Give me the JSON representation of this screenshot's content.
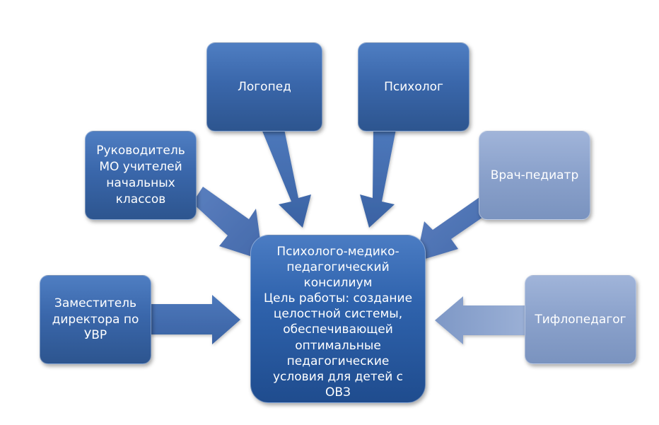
{
  "nodes": {
    "logoped": "Логопед",
    "psiholog": "Психолог",
    "rukovoditel": "Руководитель МО учителей начальных классов",
    "vrach": "Врач-педиатр",
    "zamestitel": "Заместитель директора по УВР",
    "tiflopedagog": "Тифлопедагог"
  },
  "center": {
    "title": "Психолого-медико-педагогический консилиум",
    "goal": "Цель работы: создание целостной системы, обеспечивающей оптимальные педагогические условия для детей с ОВЗ"
  },
  "colors": {
    "dark_box": "#3a67ab",
    "light_box": "#8aa1cb",
    "center_box": "#2f63ad",
    "arrow": "#4f74b3"
  }
}
